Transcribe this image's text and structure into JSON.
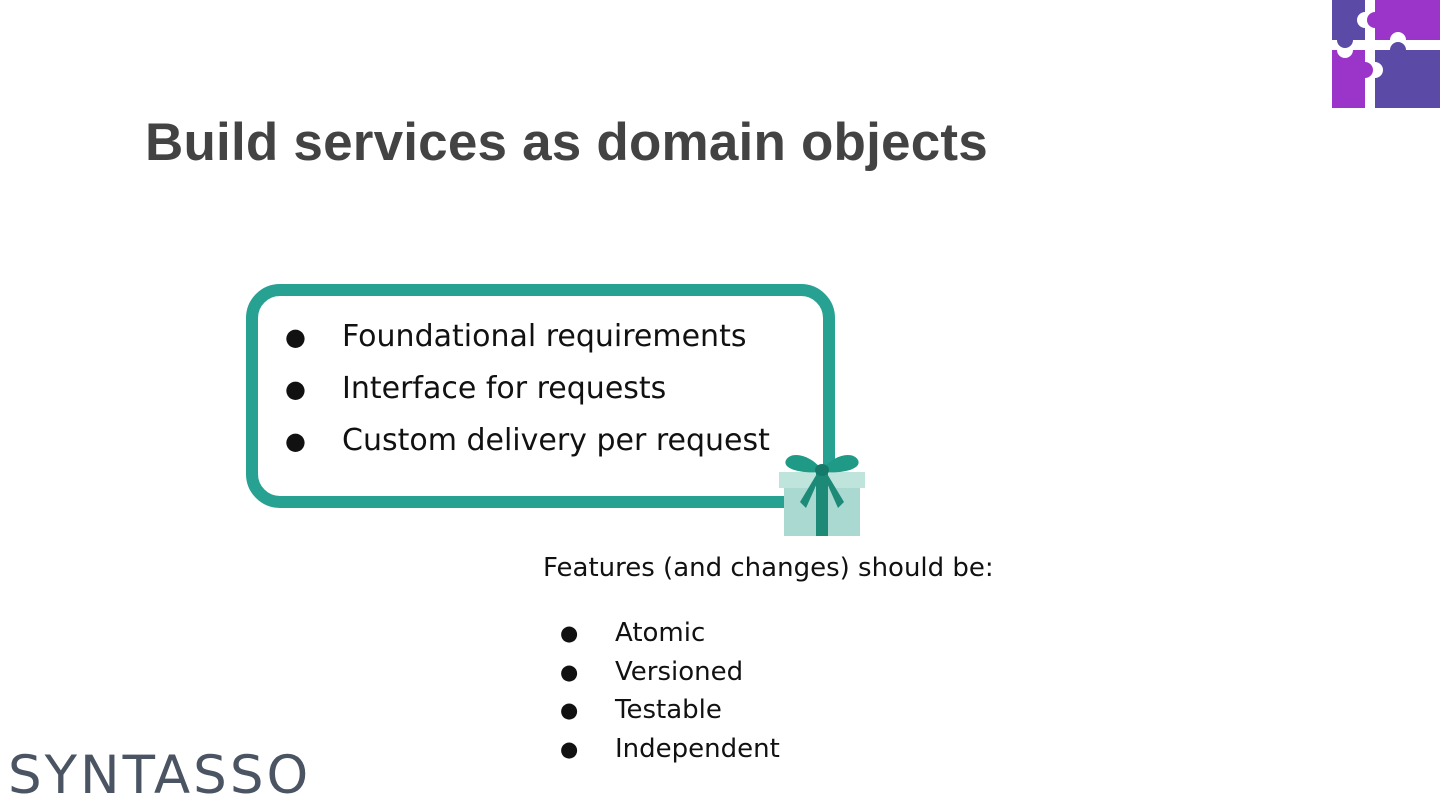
{
  "slide": {
    "title": "Build services as domain objects",
    "box_items": [
      "Foundational requirements",
      "Interface for requests",
      "Custom delivery per request"
    ],
    "features_heading": "Features (and changes) should be:",
    "feature_items": [
      "Atomic",
      "Versioned",
      "Testable",
      "Independent"
    ],
    "bullet_glyph": "●",
    "brand": "SYNTASSO"
  },
  "icons": {
    "gift": "gift-icon",
    "logo": "puzzle-logo-icon"
  },
  "colors": {
    "title": "#434343",
    "box_border": "#27a192",
    "gift_body": "#a9d9d0",
    "gift_ribbon": "#1d8a78",
    "logo_purple": "#9b35c9",
    "logo_indigo": "#5b4aa6",
    "brand": "#4a5463"
  }
}
